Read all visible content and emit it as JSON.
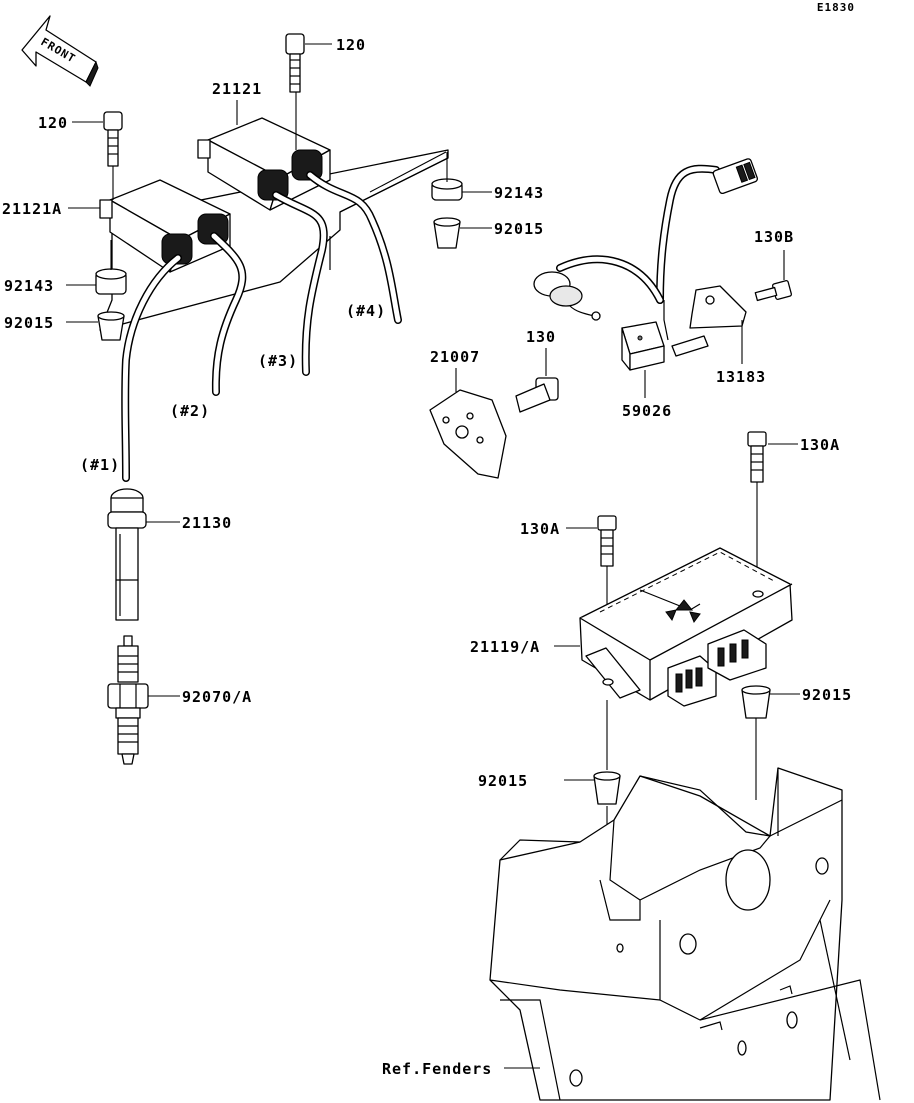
{
  "diagram_code": "E1830",
  "front_label": "FRONT",
  "labels": {
    "p120_top": "120",
    "p120_left": "120",
    "p21121": "21121",
    "p21121A": "21121A",
    "p92143_right": "92143",
    "p92015_right": "92015",
    "p92143_left": "92143",
    "p92015_left": "92015",
    "cyl4": "(#4)",
    "cyl3": "(#3)",
    "cyl2": "(#2)",
    "cyl1": "(#1)",
    "p130B": "130B",
    "p13183": "13183",
    "p59026": "59026",
    "p21007": "21007",
    "p130": "130",
    "p130A_right": "130A",
    "p130A_left": "130A",
    "p21130": "21130",
    "p92070A": "92070/A",
    "p21119A": "21119/A",
    "p92015_ecu_right": "92015",
    "p92015_ecu_left": "92015",
    "ref_fenders": "Ref.Fenders"
  }
}
